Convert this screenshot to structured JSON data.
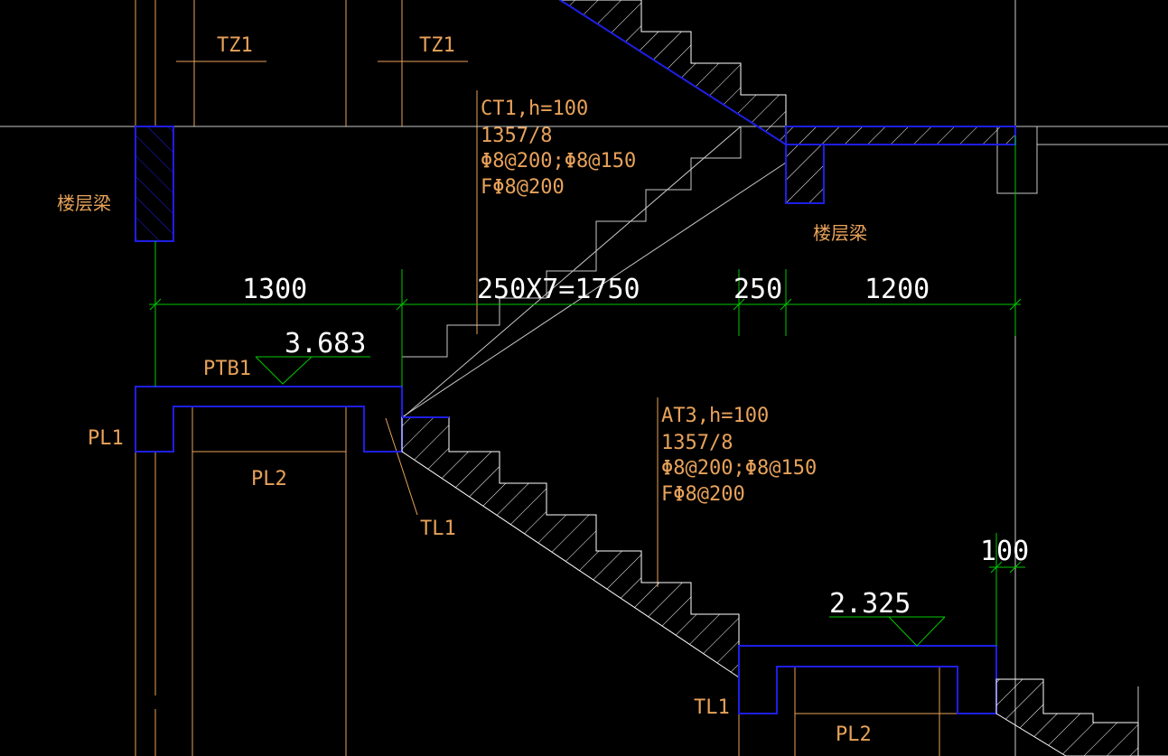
{
  "colors": {
    "background": "#000000",
    "column": "#e8a25a",
    "structure": "#1e1ee6",
    "dimension": "#00c800",
    "hatch": "#ffffff",
    "text": "#e8a25a",
    "dim_text": "#ffffff"
  },
  "labels": {
    "tz1_a": "TZ1",
    "tz1_b": "TZ1",
    "beam_left": "楼层梁",
    "beam_right": "楼层梁",
    "ptb1": "PTB1",
    "pl1": "PL1",
    "pl2_a": "PL2",
    "pl2_b": "PL2",
    "tl1_a": "TL1",
    "tl1_b": "TL1"
  },
  "dimensions": {
    "d1": "1300",
    "d2": "250X7=1750",
    "d3": "250",
    "d4": "1200",
    "d5": "100"
  },
  "elevations": {
    "upper": "3.683",
    "lower": "2.325"
  },
  "notes": {
    "ct1": [
      "CT1,h=100",
      "1357/8",
      "Φ8@200;Φ8@150",
      "FΦ8@200"
    ],
    "at3": [
      "AT3,h=100",
      "1357/8",
      "Φ8@200;Φ8@150",
      "FΦ8@200"
    ]
  }
}
